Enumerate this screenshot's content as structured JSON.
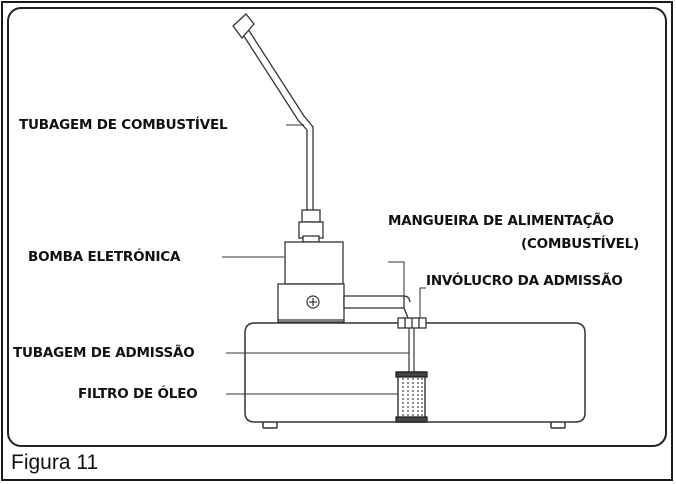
{
  "labels": {
    "fuel_tube": "TUBAGEM DE COMBUSTÍVEL",
    "electronic_pump": "BOMBA ELETRÓNICA",
    "feed_hose_line1": "MANGUEIRA DE ALIMENTAÇÃO",
    "feed_hose_line2": "(COMBUSTÍVEL)",
    "intake_housing": "INVÓLUCRO DA ADMISSÃO",
    "intake_tube": "TUBAGEM DE ADMISSÃO",
    "oil_filter": "FILTRO DE ÓLEO"
  },
  "caption": "Figura 11"
}
